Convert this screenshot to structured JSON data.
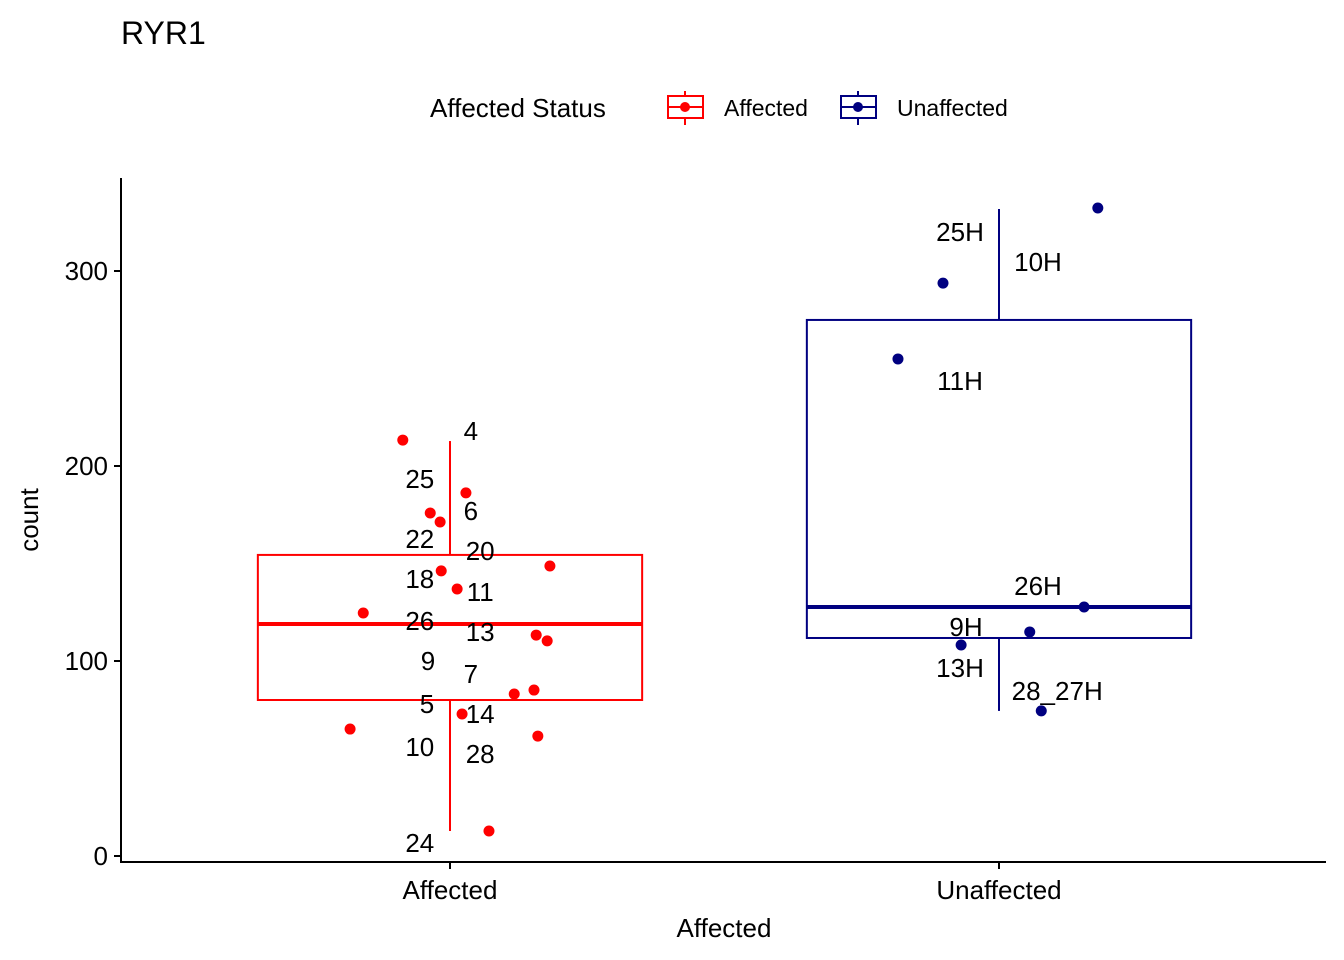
{
  "chart_data": {
    "type": "boxplot",
    "title": "RYR1",
    "xlabel": "Affected",
    "ylabel": "count",
    "ylim": [
      -3,
      350
    ],
    "xlim": [
      0.4,
      2.6
    ],
    "yticks": [
      0,
      100,
      200,
      300
    ],
    "grid": false,
    "legend": {
      "title": "Affected Status",
      "placement": "top",
      "entries": [
        "Affected",
        "Unaffected"
      ]
    },
    "categories": [
      "Affected",
      "Unaffected"
    ],
    "colors": {
      "Affected": "#ff0000",
      "Unaffected": "#000080"
    },
    "boxes": [
      {
        "category": "Affected",
        "min": 12.8,
        "q1": 80,
        "median": 119,
        "q3": 154.4,
        "max": 212.8
      },
      {
        "category": "Unaffected",
        "min": 74.4,
        "q1": 111.8,
        "median": 127.7,
        "q3": 274.9,
        "max": 331.8
      }
    ],
    "points": [
      {
        "category": "Affected",
        "jitter": [
          -0.086,
          0.029,
          -0.036,
          -0.018,
          0.182,
          -0.016,
          0.013,
          -0.158,
          0.157,
          0.177,
          0.153,
          0.117,
          0.022,
          -0.182,
          0.16,
          0.071
        ],
        "values": [
          213.3,
          186.2,
          175.9,
          171.3,
          148.7,
          146.2,
          136.9,
          124.6,
          113.3,
          110.3,
          85.1,
          83.1,
          72.8,
          65.1,
          61.5,
          12.8
        ]
      },
      {
        "category": "Unaffected",
        "jitter": [
          0.18,
          -0.102,
          -0.184,
          0.155,
          0.056,
          -0.069,
          0.077
        ],
        "values": [
          332.3,
          293.8,
          254.9,
          127.7,
          114.9,
          108.2,
          74.4
        ]
      }
    ],
    "labels": [
      {
        "category": "Affected",
        "items": [
          {
            "text": "4",
            "dx": 0.038,
            "y": 217.9
          },
          {
            "text": "25",
            "dx": -0.055,
            "y": 193.3
          },
          {
            "text": "6",
            "dx": 0.038,
            "y": 176.9
          },
          {
            "text": "22",
            "dx": -0.055,
            "y": 162.6
          },
          {
            "text": "20",
            "dx": 0.055,
            "y": 156.4
          },
          {
            "text": "18",
            "dx": -0.055,
            "y": 142.1
          },
          {
            "text": "11",
            "dx": 0.055,
            "y": 135.4
          },
          {
            "text": "26",
            "dx": -0.055,
            "y": 120.5
          },
          {
            "text": "13",
            "dx": 0.055,
            "y": 114.9
          },
          {
            "text": "9",
            "dx": -0.04,
            "y": 100
          },
          {
            "text": "7",
            "dx": 0.038,
            "y": 93.3
          },
          {
            "text": "5",
            "dx": -0.042,
            "y": 77.9
          },
          {
            "text": "14",
            "dx": 0.055,
            "y": 72.8
          },
          {
            "text": "10",
            "dx": -0.055,
            "y": 55.9
          },
          {
            "text": "28",
            "dx": 0.055,
            "y": 52.3
          },
          {
            "text": "24",
            "dx": -0.055,
            "y": 6.7
          }
        ]
      },
      {
        "category": "Unaffected",
        "items": [
          {
            "text": "25H",
            "dx": -0.071,
            "y": 320
          },
          {
            "text": "10H",
            "dx": 0.071,
            "y": 304.6
          },
          {
            "text": "11H",
            "dx": -0.071,
            "y": 243.6
          },
          {
            "text": "26H",
            "dx": 0.071,
            "y": 138.5
          },
          {
            "text": "9H",
            "dx": -0.06,
            "y": 117.4
          },
          {
            "text": "13H",
            "dx": -0.071,
            "y": 96.4
          },
          {
            "text": "28_27H",
            "dx": 0.106,
            "y": 84.6
          }
        ]
      }
    ]
  }
}
